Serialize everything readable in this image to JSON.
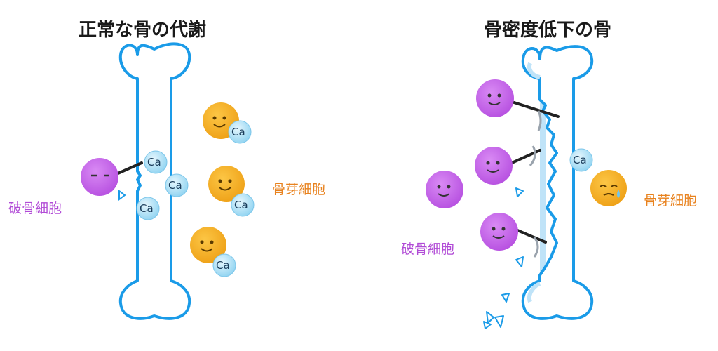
{
  "left_panel": {
    "title": "正常な骨の代謝",
    "osteoclast_label": "破骨細胞",
    "osteoblast_label": "骨芽細胞",
    "calcium_label": "Ca"
  },
  "right_panel": {
    "title": "骨密度低下の骨",
    "osteoclast_label": "破骨細胞",
    "osteoblast_label": "骨芽細胞",
    "calcium_label": "Ca"
  },
  "colors": {
    "bone_outline": "#1a9be8",
    "bone_shadow": "#bfe3f8",
    "osteoclast": "#c25ce8",
    "osteoblast": "#f2a81c",
    "calcium": "#a9dff5",
    "label_osteoclast": "#b14bd6",
    "label_osteoblast": "#e8821e"
  }
}
